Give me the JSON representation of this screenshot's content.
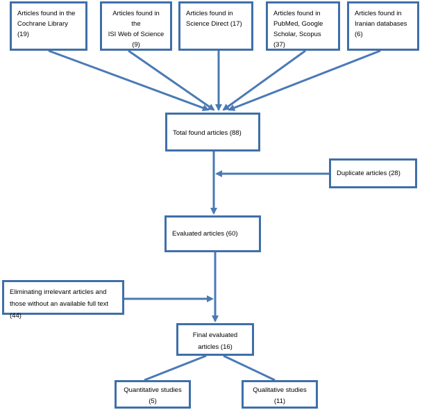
{
  "colors": {
    "border": "#3f6fa8",
    "arrow": "#4a7ab5"
  },
  "sources": [
    {
      "line1": "Articles found in the",
      "line2": "Cochrane Library (19)",
      "line3": ""
    },
    {
      "line1": "Articles found in the",
      "line2": "ISI Web of Science",
      "line3": "(9)"
    },
    {
      "line1": "Articles found in",
      "line2": "Science Direct (17)",
      "line3": ""
    },
    {
      "line1": "Articles found in",
      "line2": "PubMed, Google",
      "line3": "Scholar, Scopus (37)"
    },
    {
      "line1": "Articles found in",
      "line2": "Iranian databases (6)",
      "line3": ""
    }
  ],
  "total": {
    "label": "Total found articles (88)"
  },
  "duplicate": {
    "label": "Duplicate articles (28)"
  },
  "evaluated": {
    "label": "Evaluated articles (60)"
  },
  "eliminating": {
    "line1": "Eliminating irrelevant articles and",
    "line2": "those without an available full text (44)"
  },
  "final": {
    "line1": "Final evaluated",
    "line2": "articles (16)"
  },
  "quantitative": {
    "line1": "Quantitative studies",
    "line2": "(5)"
  },
  "qualitative": {
    "line1": "Qualitative studies",
    "line2": "(11)"
  }
}
